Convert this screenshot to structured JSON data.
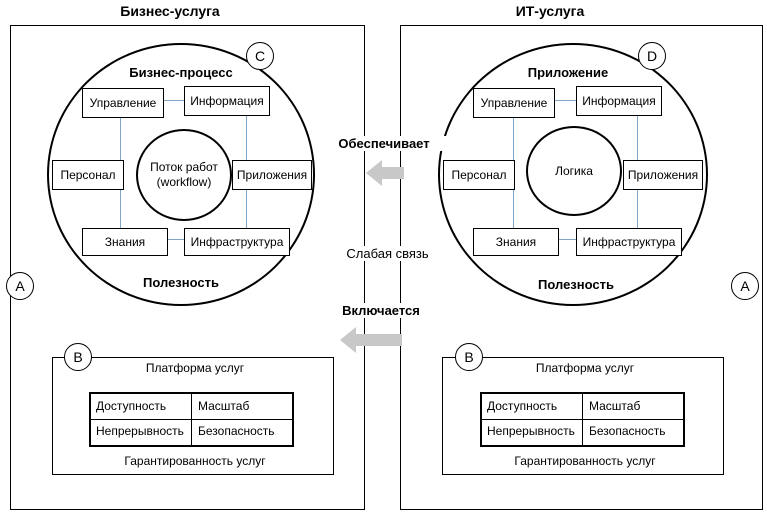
{
  "left": {
    "title": "Бизнес-услуга",
    "badge_main": "C",
    "badge_side": "A",
    "badge_platform": "B",
    "circle_title": "Бизнес-процесс",
    "circle_bottom": "Полезность",
    "center_text_1": "Поток работ",
    "center_text_2": "(workflow)",
    "boxes": {
      "top_left": "Управление",
      "top_right": "Информация",
      "mid_left": "Персонал",
      "mid_right": "Приложения",
      "bot_left": "Знания",
      "bot_right": "Инфраструктура"
    },
    "platform_title": "Платформа услуг",
    "table": [
      "Доступность",
      "Масштаб",
      "Непрерывность",
      "Безопасность"
    ],
    "platform_bottom": "Гарантированность услуг"
  },
  "right": {
    "title": "ИТ-услуга",
    "badge_main": "D",
    "badge_side": "A",
    "badge_platform": "B",
    "circle_title": "Приложение",
    "circle_bottom": "Полезность",
    "center_text": "Логика",
    "boxes": {
      "top_left": "Управление",
      "top_right": "Информация",
      "mid_left": "Персонал",
      "mid_right": "Приложения",
      "bot_left": "Знания",
      "bot_right": "Инфраструктура"
    },
    "platform_title": "Платформа услуг",
    "table": [
      "Доступность",
      "Масштаб",
      "Непрерывность",
      "Безопасность"
    ],
    "platform_bottom": "Гарантированность услуг"
  },
  "middle": {
    "provides": "Обеспечивает",
    "weak_link": "Слабая связь",
    "includes": "Включается"
  },
  "colors": {
    "arrow": "#c8c8c8",
    "connector": "#7fa6c9"
  }
}
